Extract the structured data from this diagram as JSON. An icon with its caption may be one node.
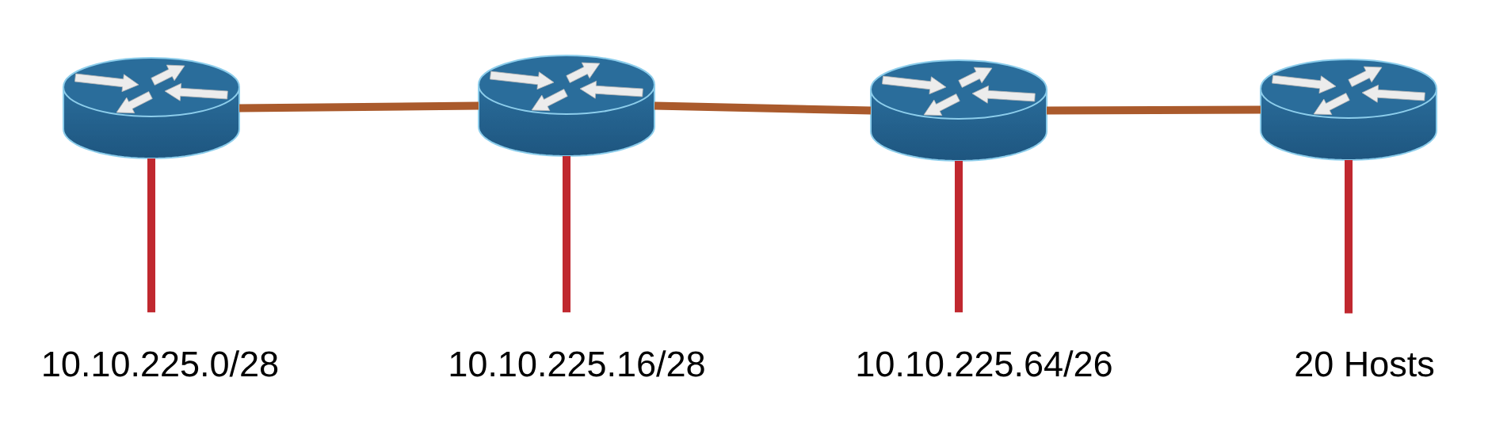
{
  "diagram": {
    "nodes": [
      {
        "text": [],
        "shape": "cylinder"
      },
      {
        "text": [],
        "shape": "cylinder"
      },
      {
        "text": [],
        "shape": "cylinder"
      },
      {
        "text": [],
        "shape": "cylinder"
      },
      {
        "text": [
          "10.10.225.0/28"
        ]
      },
      {
        "text": [
          "10.10.225.16/28"
        ]
      },
      {
        "text": [
          "10.10.225.64/26"
        ]
      },
      {
        "text": [
          "20 Hosts"
        ]
      }
    ],
    "edges": [
      {
        "from": 0,
        "to": 1,
        "arrow": "none",
        "color": "#aa5a2c"
      },
      {
        "from": 1,
        "to": 2,
        "arrow": "none",
        "color": "#aa5a2c"
      },
      {
        "from": 2,
        "to": 3,
        "arrow": "none",
        "color": "#aa5a2c"
      },
      {
        "from": 0,
        "to": 4,
        "arrow": "none"
      },
      {
        "from": 1,
        "to": 5,
        "arrow": "none"
      },
      {
        "from": 2,
        "to": 6,
        "arrow": "none"
      },
      {
        "from": 3,
        "to": 7,
        "arrow": "none"
      }
    ]
  }
}
